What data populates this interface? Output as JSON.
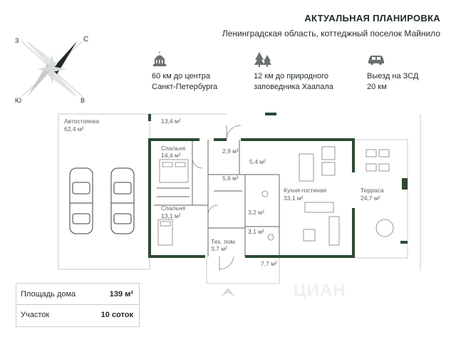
{
  "header": {
    "title": "АКТУАЛЬНАЯ ПЛАНИРОВКА",
    "subtitle": "Ленинградская область, коттеджный поселок Майнило"
  },
  "compass": {
    "n": "С",
    "s": "Ю",
    "w": "З",
    "e": "В"
  },
  "info": [
    {
      "icon": "landmark-icon",
      "line1": "60 км до центра",
      "line2": "Санкт-Петербурга"
    },
    {
      "icon": "tree-icon",
      "line1": "12 км до природного",
      "line2": "заповедника Хаапала"
    },
    {
      "icon": "car-icon",
      "line1": "Выезд на ЗСД",
      "line2": "20 км"
    }
  ],
  "rooms": {
    "parking": {
      "name": "Автостоянка",
      "area": "62,4 м²"
    },
    "yard": {
      "area": "13,4 м²"
    },
    "bedroom1": {
      "name": "Спальня",
      "area": "14,4 м²"
    },
    "bedroom2": {
      "name": "Спальня",
      "area": "13,1 м²"
    },
    "hall_small": {
      "area": "2,9 м²"
    },
    "hall": {
      "area": "5,4 м²"
    },
    "corridor": {
      "area": "5,6 м²"
    },
    "bath1": {
      "area": "3,2 м²"
    },
    "bath2": {
      "area": "3,1 м²"
    },
    "tech": {
      "name": "Тех. пом.",
      "area": "3,7 м²"
    },
    "kitchen": {
      "name": "Кухня-гостиная",
      "area": "33,1 м²"
    },
    "terrace": {
      "name": "Терраса",
      "area": "24,7 м²"
    },
    "porch": {
      "area": "7,7 м²"
    }
  },
  "summary": {
    "house_label": "Площадь дома",
    "house_value": "139 м²",
    "plot_label": "Участок",
    "plot_value": "10 соток"
  },
  "watermark": "ЦИАН",
  "colors": {
    "wall": "#2d4a33",
    "text": "#1f2a24",
    "light": "#b9bfbb"
  }
}
